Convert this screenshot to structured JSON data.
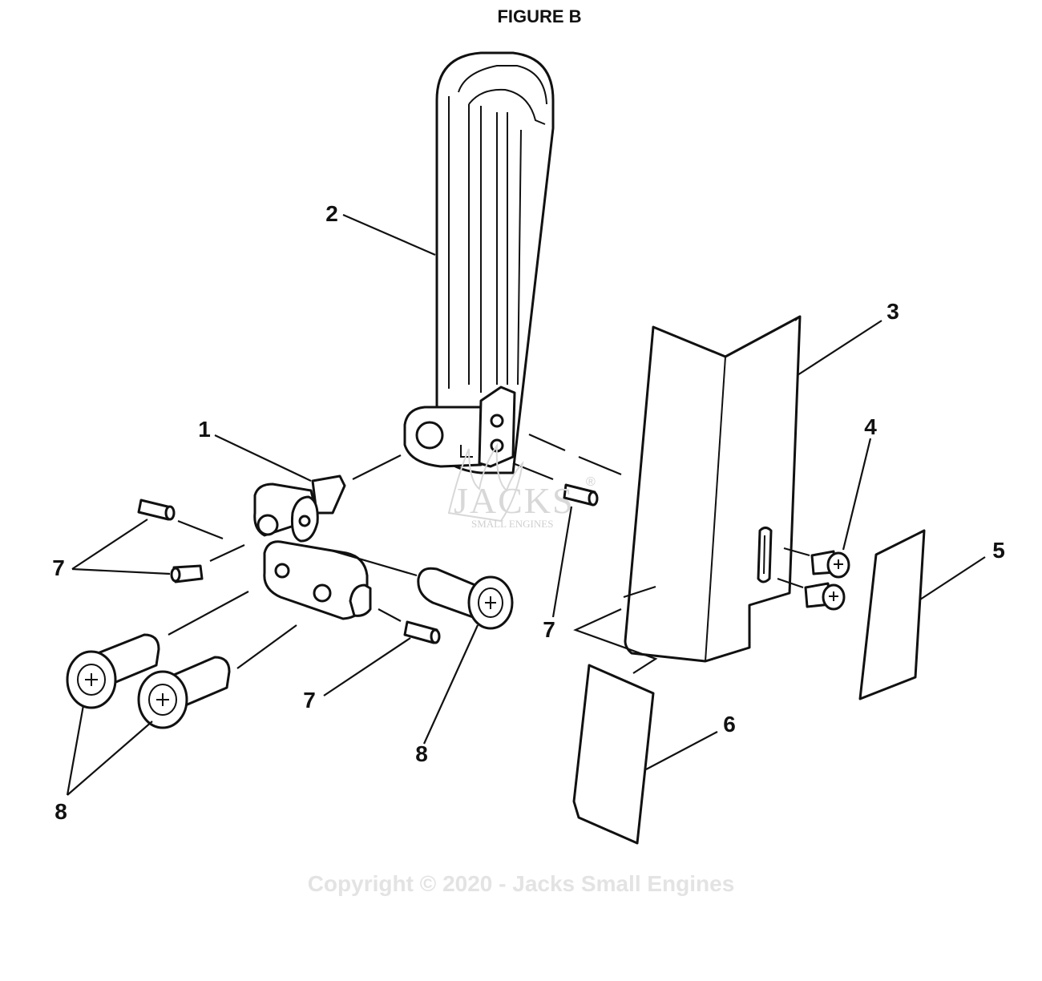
{
  "title": "FIGURE B",
  "copyright": "Copyright © 2020 - Jacks Small Engines",
  "watermark": {
    "brand": "JACKS",
    "registered": "®",
    "tagline": "SMALL ENGINES"
  },
  "callouts": {
    "c1": "1",
    "c2": "2",
    "c3": "3",
    "c4": "4",
    "c5": "5",
    "c6": "6",
    "c7a": "7",
    "c7b": "7",
    "c7c": "7",
    "c8a": "8",
    "c8b": "8"
  }
}
